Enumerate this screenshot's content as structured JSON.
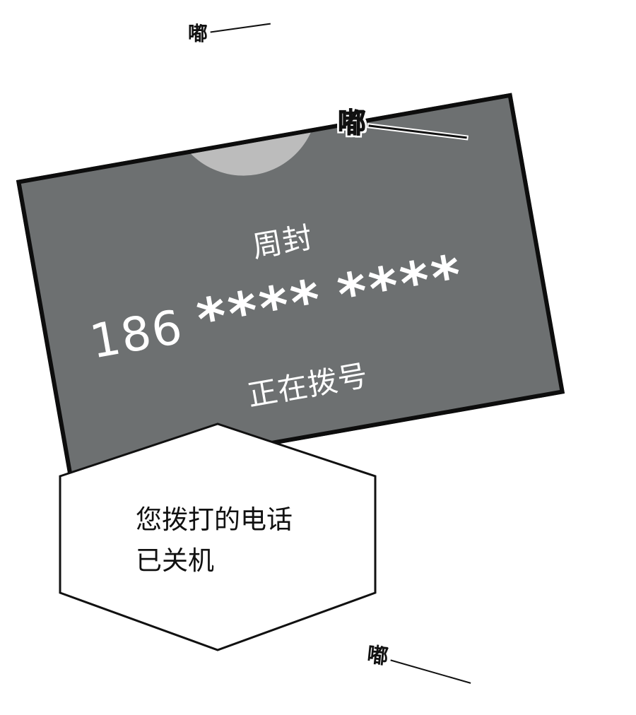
{
  "sound_effects": {
    "top": "嘟",
    "middle": "嘟",
    "bottom": "嘟"
  },
  "phone_screen": {
    "contact_name": "周封",
    "number_prefix": "186",
    "number_masked_1": "****",
    "number_masked_2": "****",
    "call_status": "正在拨号"
  },
  "speech_bubble": {
    "line_1": "您拨打的电话",
    "line_2": "已关机"
  },
  "colors": {
    "screen": "#6d7071",
    "avatar": "#bcbcbc",
    "border": "#0d0d0d",
    "text_on_screen": "#ffffff"
  }
}
